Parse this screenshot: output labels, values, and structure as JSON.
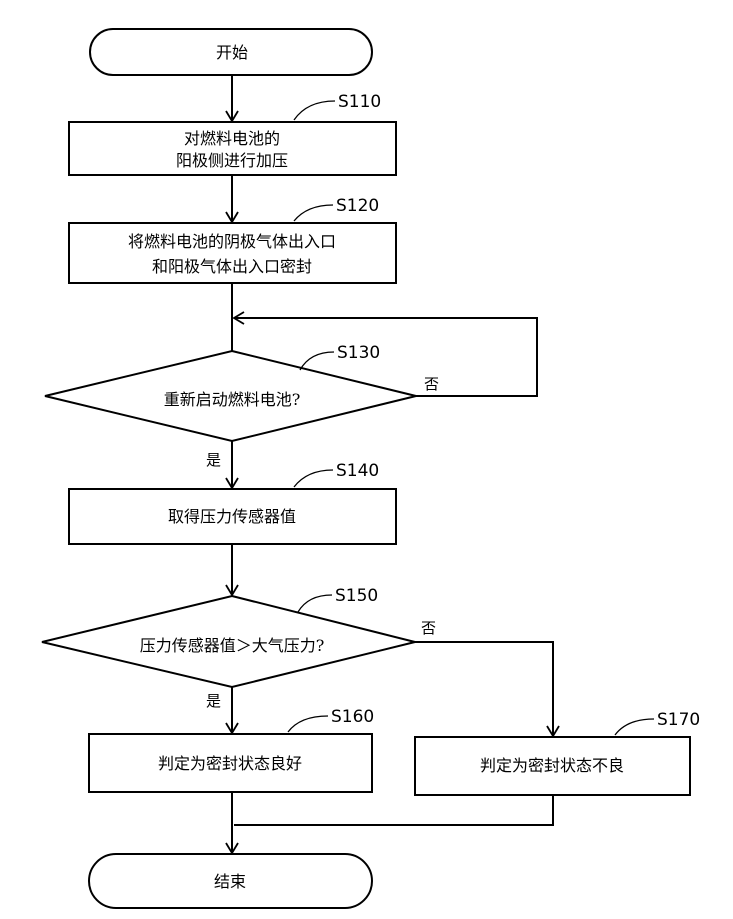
{
  "nodes": [
    {
      "id": "start",
      "type": "terminal",
      "lines": [
        "开始"
      ]
    },
    {
      "id": "s110",
      "type": "process",
      "step": "S110",
      "lines": [
        "对燃料电池的",
        "阳极侧进行加压"
      ]
    },
    {
      "id": "s120",
      "type": "process",
      "step": "S120",
      "lines": [
        "将燃料电池的阴极气体出入口",
        "和阳极气体出入口密封"
      ]
    },
    {
      "id": "s130",
      "type": "decision",
      "step": "S130",
      "lines": [
        "重新启动燃料电池?"
      ]
    },
    {
      "id": "s140",
      "type": "process",
      "step": "S140",
      "lines": [
        "取得压力传感器值"
      ]
    },
    {
      "id": "s150",
      "type": "decision",
      "step": "S150",
      "lines": [
        "压力传感器值＞大气压力?"
      ]
    },
    {
      "id": "s160",
      "type": "process",
      "step": "S160",
      "lines": [
        "判定为密封状态良好"
      ]
    },
    {
      "id": "s170",
      "type": "process",
      "step": "S170",
      "lines": [
        "判定为密封状态不良"
      ]
    },
    {
      "id": "end",
      "type": "terminal",
      "lines": [
        "结束"
      ]
    }
  ],
  "edges": [
    {
      "from": "start",
      "to": "s110",
      "label": ""
    },
    {
      "from": "s110",
      "to": "s120",
      "label": ""
    },
    {
      "from": "s120",
      "to": "s130",
      "label": ""
    },
    {
      "from": "s130",
      "to": "s130",
      "label": "否"
    },
    {
      "from": "s130",
      "to": "s140",
      "label": "是"
    },
    {
      "from": "s140",
      "to": "s150",
      "label": ""
    },
    {
      "from": "s150",
      "to": "s160",
      "label": "是"
    },
    {
      "from": "s150",
      "to": "s170",
      "label": "否"
    },
    {
      "from": "s160",
      "to": "end",
      "label": ""
    },
    {
      "from": "s170",
      "to": "end",
      "label": ""
    }
  ]
}
